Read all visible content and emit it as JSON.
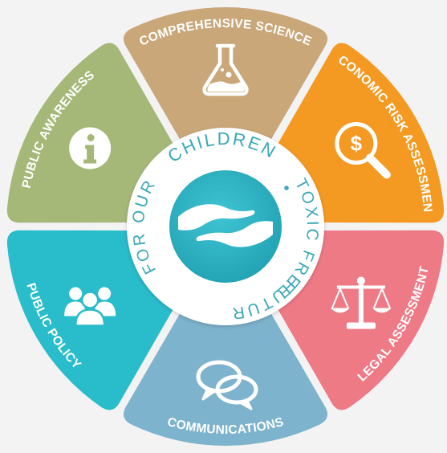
{
  "segments": [
    {
      "key": "science",
      "label": "COMPREHENSIVE SCIENCE",
      "color": "#c9a779",
      "icon": "flask-icon"
    },
    {
      "key": "economic",
      "label": "ECONOMIC RISK ASSESSMENT",
      "color": "#f49a23",
      "icon": "dollar-magnifier-icon"
    },
    {
      "key": "legal",
      "label": "LEGAL ASSESSMENT",
      "color": "#ee7a86",
      "icon": "scales-icon"
    },
    {
      "key": "communications",
      "label": "COMMUNICATIONS",
      "color": "#7db3cc",
      "icon": "chat-bubbles-icon"
    },
    {
      "key": "policy",
      "label": "PUBLIC POLICY",
      "color": "#29bccb",
      "icon": "people-group-icon"
    },
    {
      "key": "awareness",
      "label": "PUBLIC AWARENESS",
      "color": "#a6b878",
      "icon": "info-icon"
    }
  ],
  "center": {
    "top_text": "CHILDREN",
    "ring_text": "FOR OUR",
    "right_text": "TOXIC FREE",
    "bottom_text": "FUTURE",
    "accent_color": "#3aa8b8"
  }
}
